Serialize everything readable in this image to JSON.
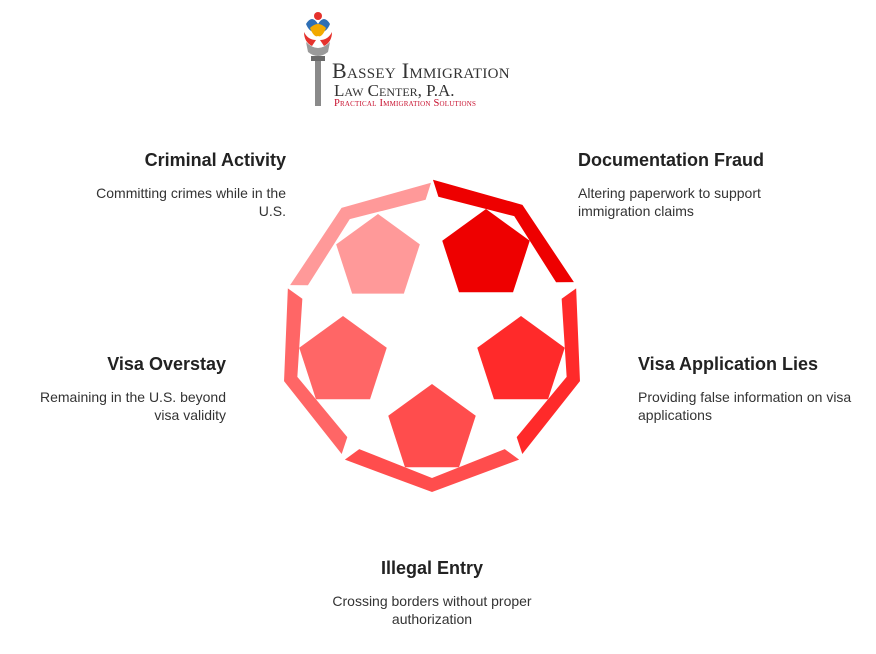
{
  "logo": {
    "line1": "Bassey Immigration",
    "line2": "Law Center, P.A.",
    "tagline": "Practical Immigration Solutions"
  },
  "items": [
    {
      "title": "Criminal Activity",
      "desc": "Committing crimes while in the U.S.",
      "color": "#ff9999"
    },
    {
      "title": "Documentation Fraud",
      "desc": "Altering paperwork to support immigration claims",
      "color": "#ee0000"
    },
    {
      "title": "Visa Overstay",
      "desc": "Remaining in the U.S. beyond visa validity",
      "color": "#ff6666"
    },
    {
      "title": "Visa Application Lies",
      "desc": "Providing false information on visa applications",
      "color": "#ff2a2a"
    },
    {
      "title": "Illegal Entry",
      "desc": "Crossing borders without proper authorization",
      "color": "#ff4d4d"
    }
  ]
}
